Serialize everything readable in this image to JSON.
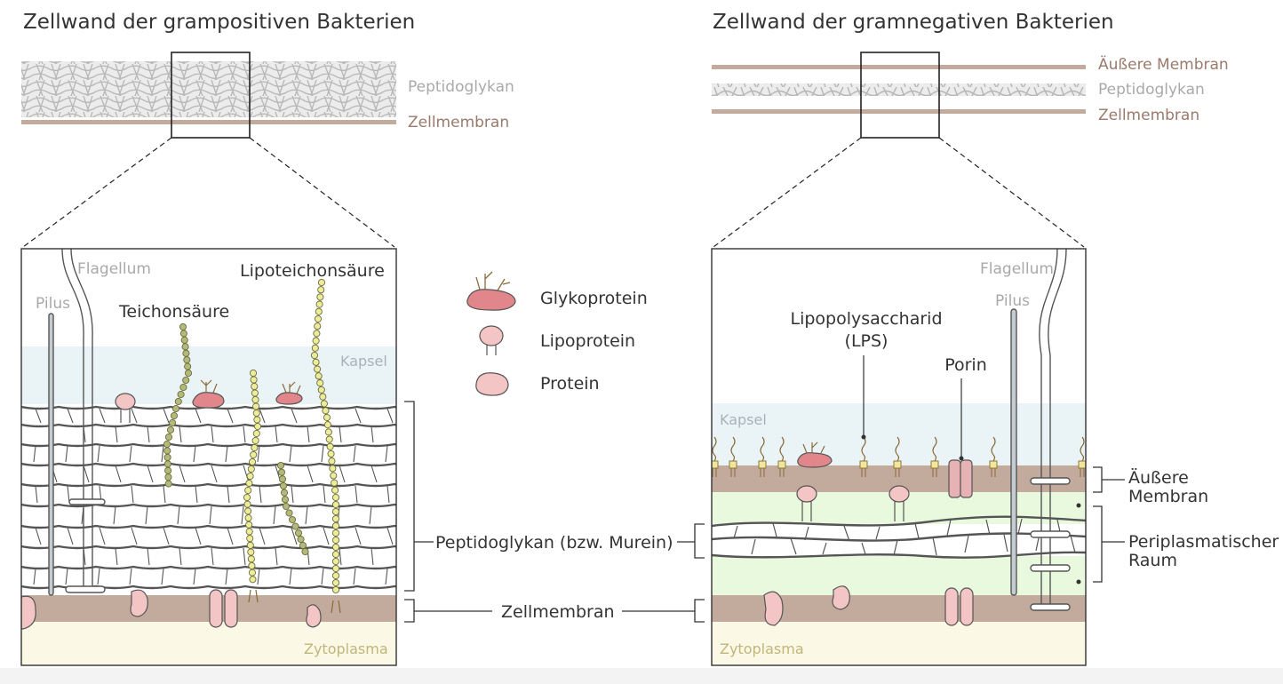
{
  "left": {
    "title": "Zellwand der grampositiven Bakterien",
    "layers": {
      "peptidoglycan": "Peptidoglykan",
      "cell_membrane": "Zellmembran"
    },
    "labels": {
      "flagellum": "Flagellum",
      "pilus": "Pilus",
      "teichoic": "Teichonsäure",
      "lipoteichoic": "Lipoteichonsäure",
      "capsule": "Kapsel",
      "cytoplasm": "Zytoplasma"
    }
  },
  "right": {
    "title": "Zellwand der gramnegativen Bakterien",
    "layers": {
      "outer_membrane": "Äußere Membran",
      "peptidoglycan": "Peptidoglykan",
      "cell_membrane": "Zellmembran"
    },
    "labels": {
      "flagellum": "Flagellum",
      "pilus": "Pilus",
      "lps_line1": "Lipopolysaccharid",
      "lps_line2": "(LPS)",
      "porin": "Porin",
      "capsule": "Kapsel",
      "cytoplasm": "Zytoplasma",
      "outer_membrane_line1": "Äußere",
      "outer_membrane_line2": "Membran",
      "periplasm_line1": "Periplasmatischer",
      "periplasm_line2": "Raum"
    }
  },
  "legend": {
    "glycoprotein": "Glykoprotein",
    "lipoprotein": "Lipoprotein",
    "protein": "Protein"
  },
  "center": {
    "peptidoglycan": "Peptidoglykan (bzw. Murein)",
    "cell_membrane": "Zellmembran"
  },
  "colors": {
    "membrane": "#c2aa9c",
    "capsule": "#eaf4f6",
    "cytoplasm": "#fbf9e6",
    "periplasm": "#e9f9de",
    "protein": "#f4c5c5",
    "glycoprotein": "#e1868a",
    "teichoic": "#b2b97a",
    "lipoteichoic": "#ecec9a",
    "lps_head": "#f2e59e",
    "pilus": "#c5ccd1"
  }
}
